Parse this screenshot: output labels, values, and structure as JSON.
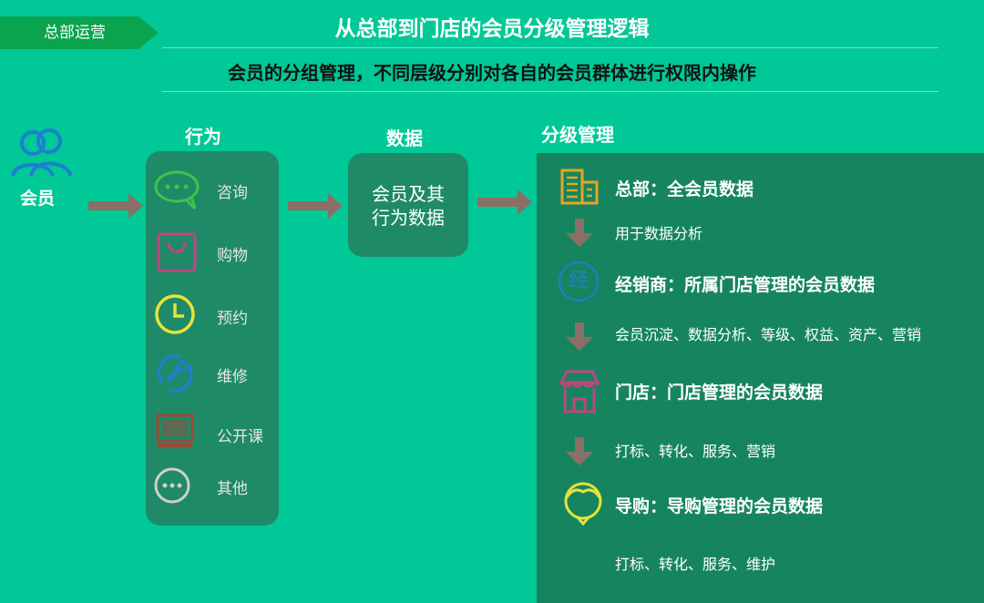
{
  "header": {
    "tag": "总部运营",
    "title": "从总部到门店的会员分级管理逻辑",
    "subtitle": "会员的分组管理，不同层级分别对各自的会员群体进行权限内操作"
  },
  "member": {
    "label": "会员",
    "icon": "users-icon"
  },
  "behavior": {
    "heading": "行为",
    "items": [
      {
        "label": "咨询",
        "icon": "chat-icon",
        "color": "#3ec44a"
      },
      {
        "label": "购物",
        "icon": "shopping-bag-icon",
        "color": "#c2447f"
      },
      {
        "label": "预约",
        "icon": "clock-icon",
        "color": "#e8e23a"
      },
      {
        "label": "维修",
        "icon": "wrench-icon",
        "color": "#1e7fd0"
      },
      {
        "label": "公开课",
        "icon": "monitor-icon",
        "color": "#9a4a36"
      },
      {
        "label": "其他",
        "icon": "more-icon",
        "color": "#cfcfcf"
      }
    ]
  },
  "data_node": {
    "heading": "数据",
    "line1": "会员及其",
    "line2": "行为数据"
  },
  "management": {
    "heading": "分级管理",
    "levels": [
      {
        "title": "总部：全会员数据",
        "desc": "用于数据分析",
        "icon": "building-icon",
        "color": "#e8a324"
      },
      {
        "title": "经销商：所属门店管理的会员数据",
        "desc": "会员沉淀、数据分析、等级、权益、资产、营销",
        "icon": "dealer-icon",
        "icon_text": "经",
        "color": "#1e7fd0"
      },
      {
        "title": "门店：门店管理的会员数据",
        "desc": "打标、转化、服务、营销",
        "icon": "store-icon",
        "color": "#c2447f"
      },
      {
        "title": "导购：导购管理的会员数据",
        "desc": "打标、转化、服务、维护",
        "icon": "guide-icon",
        "color": "#e8e23a"
      }
    ]
  }
}
